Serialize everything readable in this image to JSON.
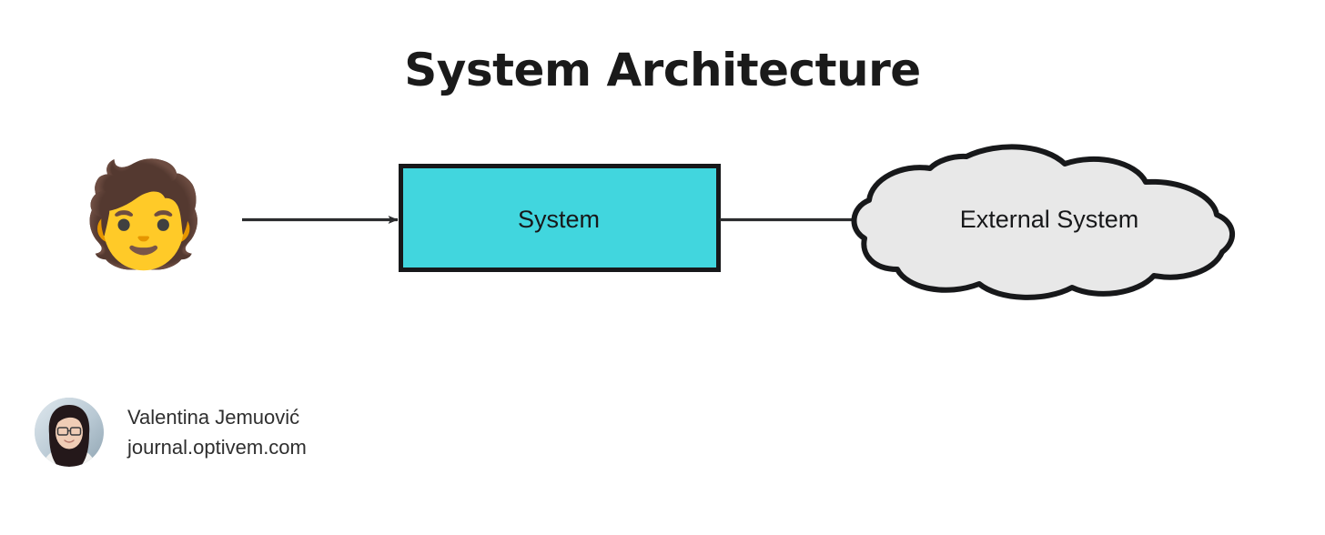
{
  "page": {
    "title": "System Architecture",
    "background_color": "#ffffff"
  },
  "diagram": {
    "type": "system-context-diagram",
    "nodes": [
      {
        "id": "actor",
        "shape": "emoji",
        "icon": "person-emoji",
        "glyph": "🧑",
        "label": ""
      },
      {
        "id": "system",
        "shape": "rectangle",
        "label": "System",
        "fill_color": "#41d6de",
        "border_color": "#17181a",
        "text_color": "#17181a"
      },
      {
        "id": "external-system",
        "shape": "cloud",
        "label": "External System",
        "fill_color": "#e8e8e8",
        "border_color": "#17181a",
        "text_color": "#17181a"
      }
    ],
    "edges": [
      {
        "id": "actor-to-system",
        "from": "actor",
        "to": "system",
        "label": "",
        "color": "#17181a"
      },
      {
        "id": "system-to-external",
        "from": "system",
        "to": "external-system",
        "label": "",
        "color": "#17181a"
      }
    ]
  },
  "byline": {
    "avatar_alt": "avatar",
    "name": "Valentina Jemuović",
    "site": "journal.optivem.com"
  }
}
